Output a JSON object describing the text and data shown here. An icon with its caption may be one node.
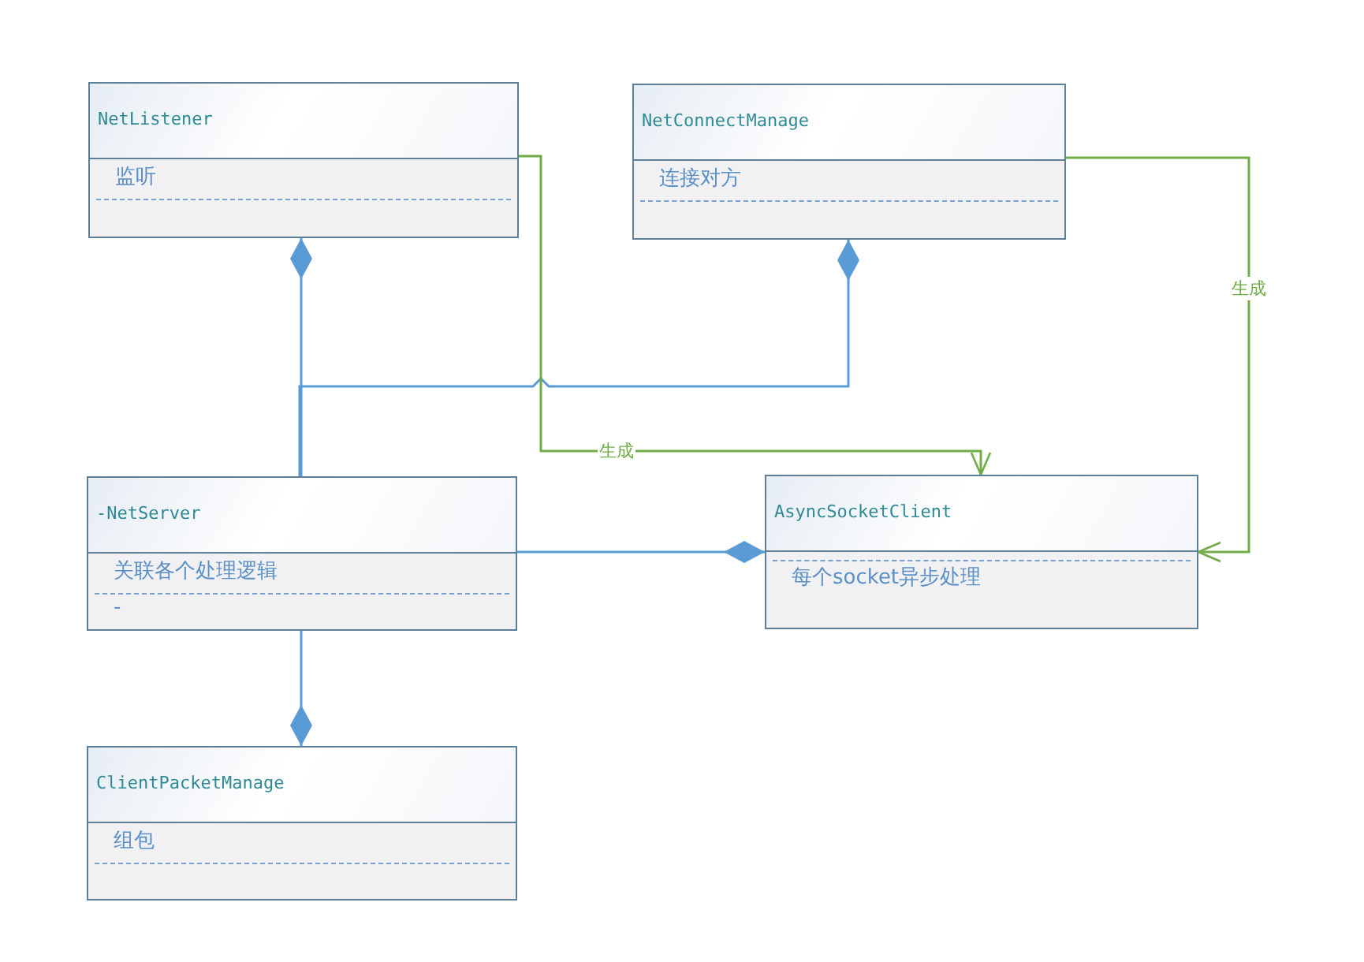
{
  "diagram": {
    "nodes": [
      {
        "text": [
          "NetListener",
          "监听"
        ]
      },
      {
        "text": [
          "NetConnectManage",
          "连接对方"
        ]
      },
      {
        "text": [
          "-NetServer",
          "关联各个处理逻辑",
          "-"
        ]
      },
      {
        "text": [
          "AsyncSocketClient",
          "每个socket异步处理"
        ]
      },
      {
        "text": [
          "ClientPacketManage",
          "组包"
        ]
      }
    ],
    "edges": [
      {
        "from": 0,
        "to": 2,
        "arrow": "other"
      },
      {
        "from": 1,
        "to": 2,
        "arrow": "other"
      },
      {
        "from": 3,
        "to": 2,
        "arrow": "other"
      },
      {
        "from": 4,
        "to": 2,
        "arrow": "other"
      },
      {
        "from": 0,
        "to": 3,
        "arrow": "to",
        "label": "生成",
        "color": "#70ad47"
      },
      {
        "from": 1,
        "to": 3,
        "arrow": "to",
        "label": "生成",
        "color": "#70ad47"
      }
    ]
  }
}
